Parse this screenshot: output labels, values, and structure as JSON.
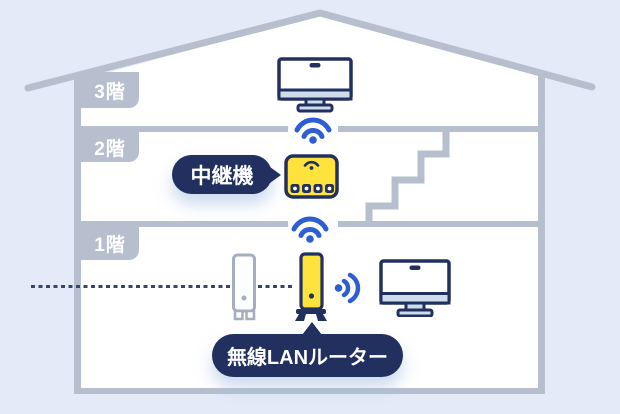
{
  "floors": [
    {
      "id": "3f",
      "label": "3階"
    },
    {
      "id": "2f",
      "label": "2階"
    },
    {
      "id": "1f",
      "label": "1階"
    }
  ],
  "labels": {
    "repeater": "中継機",
    "router": "無線LANルーター"
  },
  "icons": {
    "wifi_3f_2f": "wifi-signal-icon",
    "wifi_2f_1f": "wifi-signal-icon",
    "radio_waves_1f": "radio-waves-icon",
    "desktop_3f": "desktop-monitor-icon",
    "desktop_1f": "desktop-monitor-icon",
    "modem_tower": "modem-tower-icon",
    "router_tower": "router-tower-icon",
    "repeater_box": "repeater-box-icon",
    "stairs": "staircase-shape",
    "internet_line": "dotted-internet-line"
  },
  "colors": {
    "background": "#e4eaf8",
    "house_fill": "#ffffff",
    "structure_gray": "#b7bfce",
    "navy": "#22305f",
    "wifi_blue": "#2e5ed3",
    "device_yellow": "#ffe23c",
    "bezel_light": "#cfdcec",
    "dotted_line": "#35456f"
  }
}
